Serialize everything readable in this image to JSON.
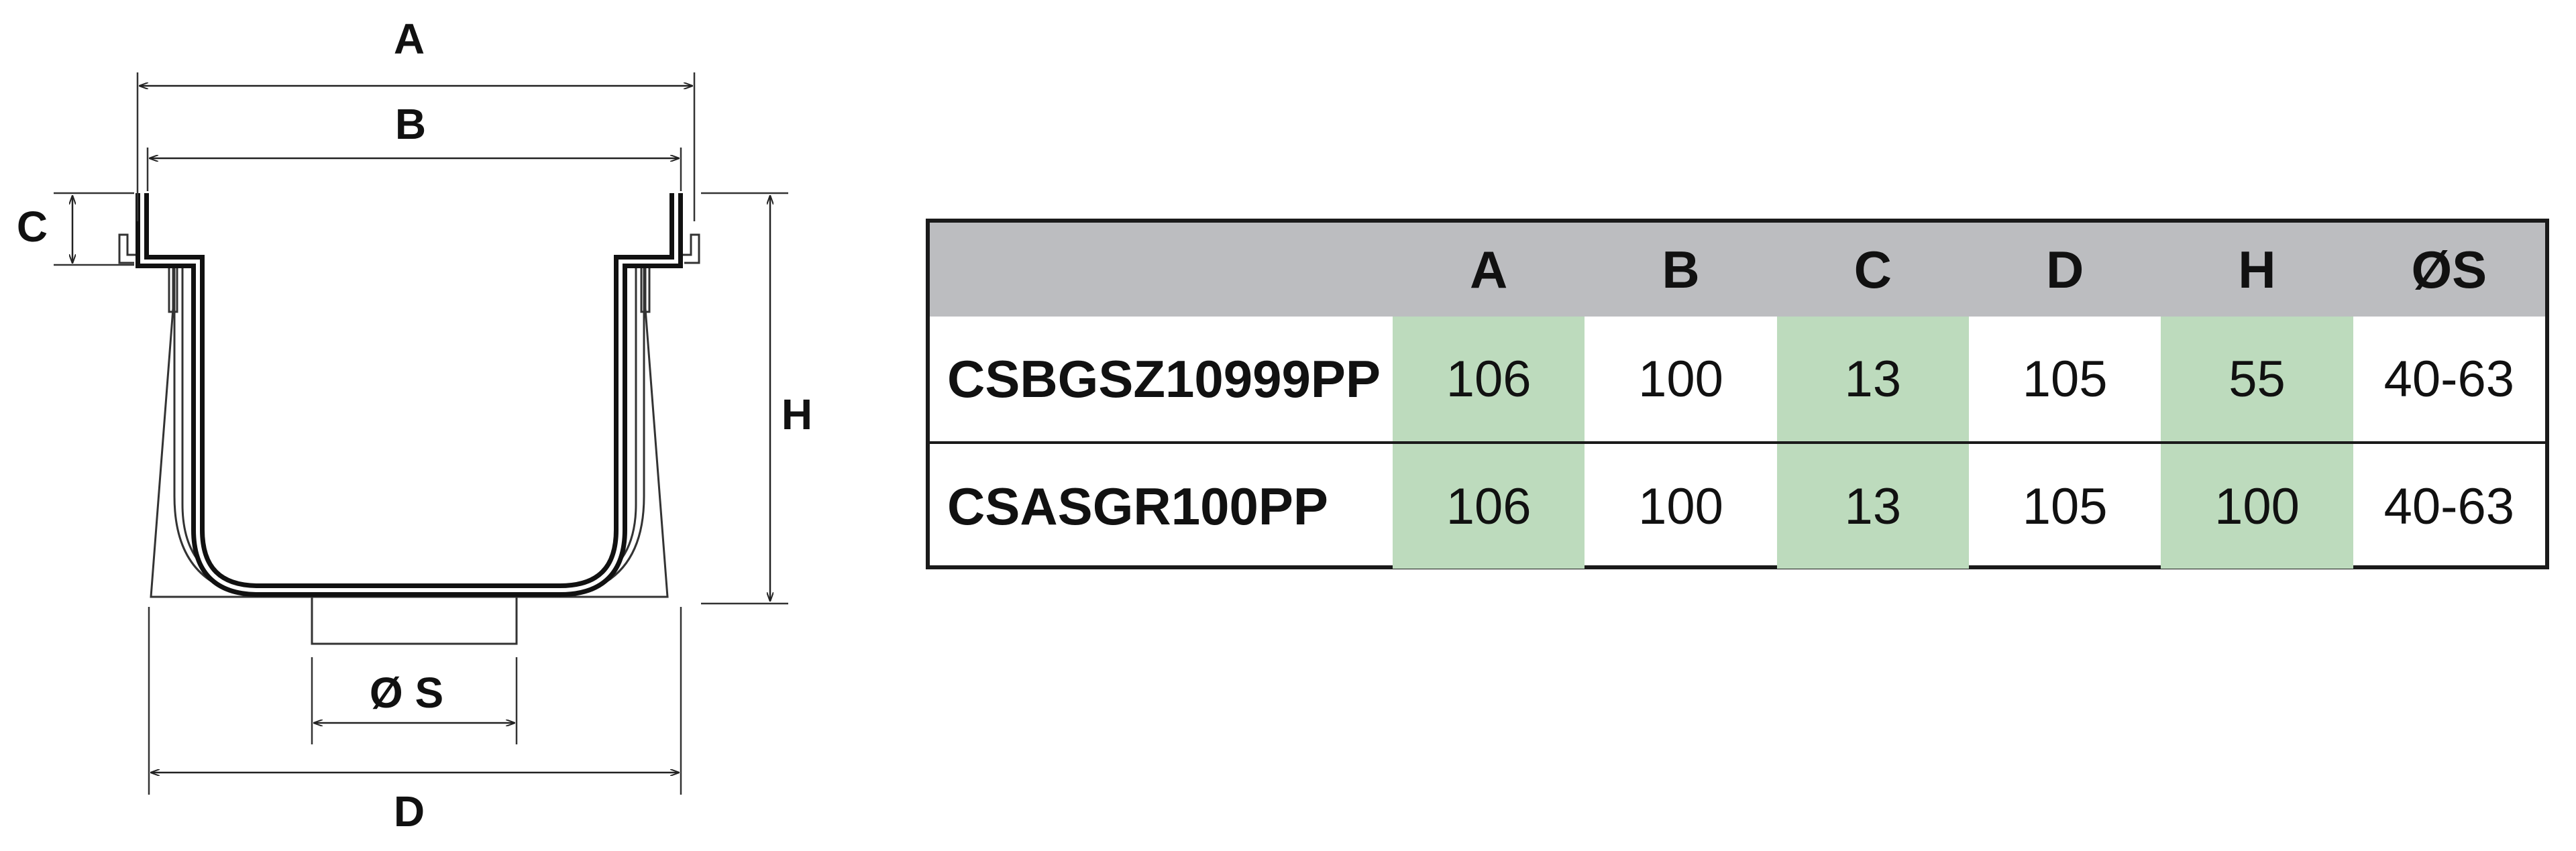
{
  "diagram": {
    "labels": {
      "a": "A",
      "b": "B",
      "c": "C",
      "h": "H",
      "s": "Ø S",
      "d": "D"
    }
  },
  "table": {
    "headers": [
      "",
      "A",
      "B",
      "C",
      "D",
      "H",
      "ØS"
    ],
    "highlight_color": "#bddbbd",
    "header_color": "#bcbdc0",
    "rows": [
      {
        "name": "CSBGSZ10999PP",
        "values": [
          "106",
          "100",
          "13",
          "105",
          "55",
          "40-63"
        ]
      },
      {
        "name": "CSASGR100PP",
        "values": [
          "106",
          "100",
          "13",
          "105",
          "100",
          "40-63"
        ]
      }
    ]
  }
}
